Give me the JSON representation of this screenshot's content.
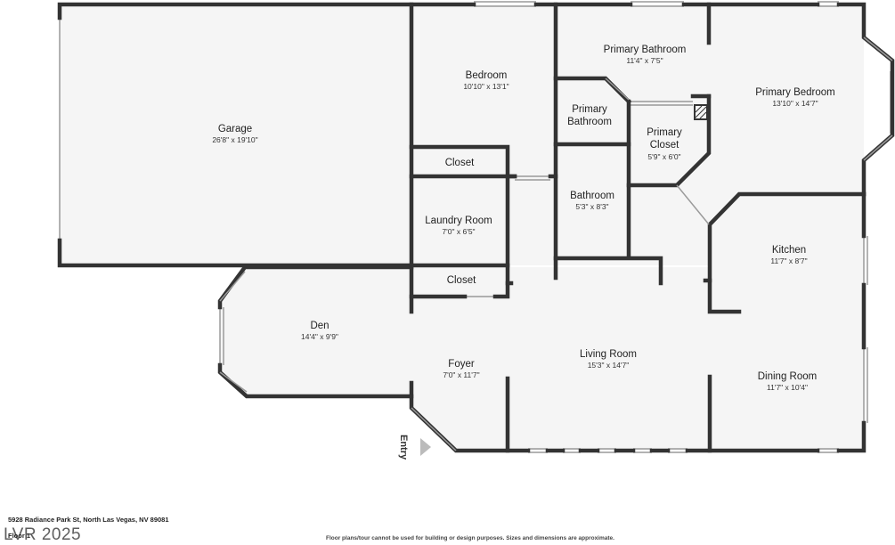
{
  "rooms": {
    "garage": {
      "name": "Garage",
      "dim": "26'8\" x 19'10\""
    },
    "bedroom": {
      "name": "Bedroom",
      "dim": "10'10\" x 13'1\""
    },
    "primary_bathroom": {
      "name": "Primary Bathroom",
      "dim": "11'4\" x 7'5\""
    },
    "primary_bedroom": {
      "name": "Primary Bedroom",
      "dim": "13'10\" x 14'7\""
    },
    "primary_bathroom_small": {
      "name_line1": "Primary",
      "name_line2": "Bathroom"
    },
    "primary_closet": {
      "name_line1": "Primary",
      "name_line2": "Closet",
      "dim": "5'9\" x 6'0\""
    },
    "closet_upper": {
      "name": "Closet"
    },
    "bathroom": {
      "name": "Bathroom",
      "dim": "5'3\" x 8'3\""
    },
    "laundry": {
      "name": "Laundry Room",
      "dim": "7'0\" x 6'5\""
    },
    "closet_lower": {
      "name": "Closet"
    },
    "kitchen": {
      "name": "Kitchen",
      "dim": "11'7\" x 8'7\""
    },
    "den": {
      "name": "Den",
      "dim": "14'4\" x 9'9\""
    },
    "foyer": {
      "name": "Foyer",
      "dim": "7'0\" x 11'7\""
    },
    "living": {
      "name": "Living Room",
      "dim": "15'3\" x 14'7\""
    },
    "dining": {
      "name": "Dining Room",
      "dim": "11'7\" x 10'4\""
    }
  },
  "entry_label": "Entry",
  "footer": {
    "address": "5928 Radiance Park St, North Las Vegas, NV 89081",
    "floor": "Floor 1",
    "note": "Floor plans/tour cannot be used for building or design purposes. Sizes and dimensions are approximate.",
    "watermark": "LVR 2025"
  },
  "colors": {
    "wall": "#333333",
    "floor": "#f5f5f5",
    "window": "#9a9a9a"
  }
}
